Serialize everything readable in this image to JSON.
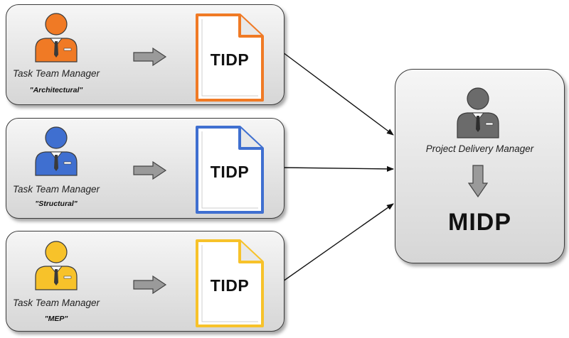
{
  "task_teams": [
    {
      "role": "Task Team Manager",
      "discipline": "\"Architectural\"",
      "document": "TIDP",
      "color": "#f07a25"
    },
    {
      "role": "Task Team Manager",
      "discipline": "\"Structural\"",
      "document": "TIDP",
      "color": "#3f6fd0"
    },
    {
      "role": "Task Team Manager",
      "discipline": "\"MEP\"",
      "document": "TIDP",
      "color": "#f7c22a"
    }
  ],
  "delivery": {
    "role": "Project Delivery Manager",
    "document": "MIDP",
    "color": "#6b6b6b"
  }
}
